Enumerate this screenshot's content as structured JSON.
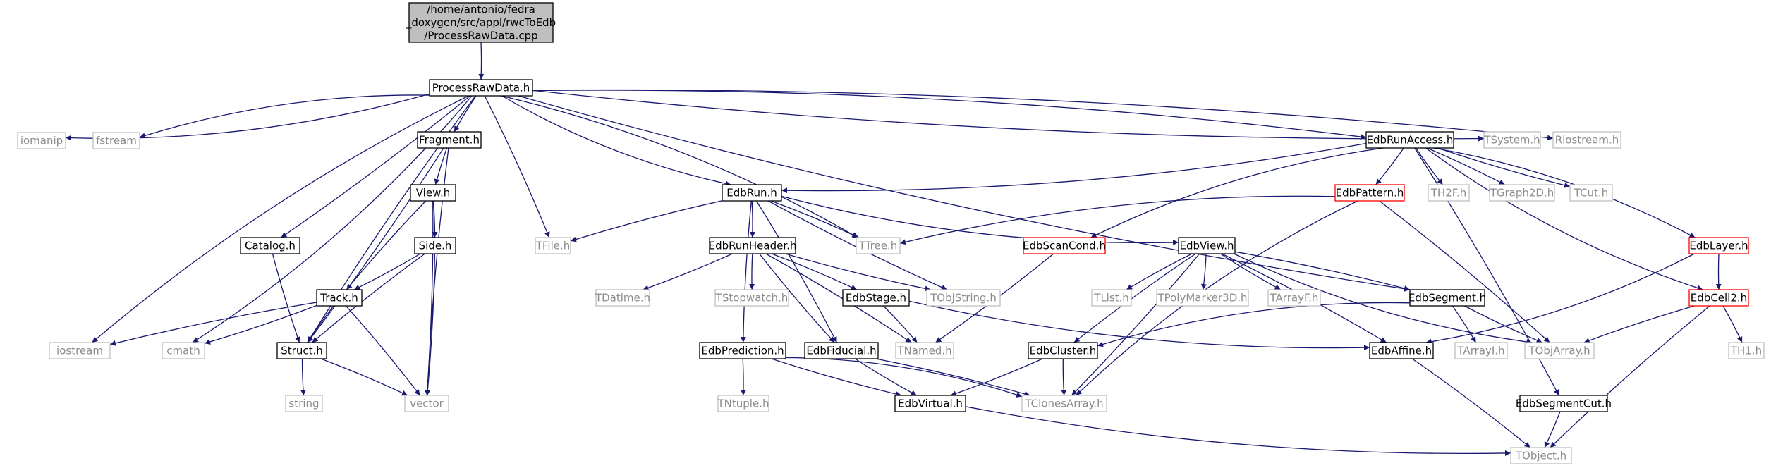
{
  "colors": {
    "edge": "#191970",
    "border_normal": "#000000",
    "border_missing": "#bfbfbf",
    "border_linked": "#ff0000",
    "text_normal": "#000000",
    "text_missing": "#8c8c8c",
    "root_fill": "#bfbfbf"
  },
  "nodes": [
    {
      "id": "root",
      "lines": [
        "/home/antonio/fedra",
        "_doxygen/src/appl/rwcToEdb",
        "/ProcessRawData.cpp"
      ],
      "kind": "root"
    },
    {
      "id": "processrawdata",
      "label": "ProcessRawData.h",
      "kind": "normal"
    },
    {
      "id": "iomanip",
      "label": "iomanip",
      "kind": "missing"
    },
    {
      "id": "fstream",
      "label": "fstream",
      "kind": "missing"
    },
    {
      "id": "fragment",
      "label": "Fragment.h",
      "kind": "normal"
    },
    {
      "id": "view",
      "label": "View.h",
      "kind": "normal"
    },
    {
      "id": "catalog",
      "label": "Catalog.h",
      "kind": "normal"
    },
    {
      "id": "side",
      "label": "Side.h",
      "kind": "normal"
    },
    {
      "id": "track",
      "label": "Track.h",
      "kind": "normal"
    },
    {
      "id": "iostream",
      "label": "iostream",
      "kind": "missing"
    },
    {
      "id": "cmath",
      "label": "cmath",
      "kind": "missing"
    },
    {
      "id": "struct",
      "label": "Struct.h",
      "kind": "normal"
    },
    {
      "id": "string",
      "label": "string",
      "kind": "missing"
    },
    {
      "id": "vector",
      "label": "vector",
      "kind": "missing"
    },
    {
      "id": "tfile",
      "label": "TFile.h",
      "kind": "missing"
    },
    {
      "id": "edbrun",
      "label": "EdbRun.h",
      "kind": "normal"
    },
    {
      "id": "edbrunheader",
      "label": "EdbRunHeader.h",
      "kind": "normal"
    },
    {
      "id": "tdatime",
      "label": "TDatime.h",
      "kind": "missing"
    },
    {
      "id": "tstopwatch",
      "label": "TStopwatch.h",
      "kind": "missing"
    },
    {
      "id": "edbstage",
      "label": "EdbStage.h",
      "kind": "normal"
    },
    {
      "id": "tobjstring",
      "label": "TObjString.h",
      "kind": "missing"
    },
    {
      "id": "ttree",
      "label": "TTree.h",
      "kind": "missing"
    },
    {
      "id": "tnamed",
      "label": "TNamed.h",
      "kind": "missing"
    },
    {
      "id": "edbprediction",
      "label": "EdbPrediction.h",
      "kind": "normal"
    },
    {
      "id": "edbfiducial",
      "label": "EdbFiducial.h",
      "kind": "normal"
    },
    {
      "id": "tntuple",
      "label": "TNtuple.h",
      "kind": "missing"
    },
    {
      "id": "edbvirtual",
      "label": "EdbVirtual.h",
      "kind": "normal"
    },
    {
      "id": "tclonesarray",
      "label": "TClonesArray.h",
      "kind": "missing"
    },
    {
      "id": "edbrunaccess",
      "label": "EdbRunAccess.h",
      "kind": "normal"
    },
    {
      "id": "tsystem",
      "label": "TSystem.h",
      "kind": "missing"
    },
    {
      "id": "riostream",
      "label": "Riostream.h",
      "kind": "missing"
    },
    {
      "id": "edbpattern",
      "label": "EdbPattern.h",
      "kind": "linked"
    },
    {
      "id": "th2f",
      "label": "TH2F.h",
      "kind": "missing"
    },
    {
      "id": "tgraph2d",
      "label": "TGraph2D.h",
      "kind": "missing"
    },
    {
      "id": "tcut",
      "label": "TCut.h",
      "kind": "missing"
    },
    {
      "id": "edbscancond",
      "label": "EdbScanCond.h",
      "kind": "linked"
    },
    {
      "id": "edbview",
      "label": "EdbView.h",
      "kind": "normal"
    },
    {
      "id": "tlist",
      "label": "TList.h",
      "kind": "missing"
    },
    {
      "id": "tpolymarker3d",
      "label": "TPolyMarker3D.h",
      "kind": "missing"
    },
    {
      "id": "tarrayf",
      "label": "TArrayF.h",
      "kind": "missing"
    },
    {
      "id": "edbsegment",
      "label": "EdbSegment.h",
      "kind": "normal"
    },
    {
      "id": "edbcluster",
      "label": "EdbCluster.h",
      "kind": "normal"
    },
    {
      "id": "edbaffine",
      "label": "EdbAffine.h",
      "kind": "normal"
    },
    {
      "id": "tarrayi",
      "label": "TArrayI.h",
      "kind": "missing"
    },
    {
      "id": "tobjarray",
      "label": "TObjArray.h",
      "kind": "missing"
    },
    {
      "id": "edblayer",
      "label": "EdbLayer.h",
      "kind": "linked"
    },
    {
      "id": "edbcell2",
      "label": "EdbCell2.h",
      "kind": "linked"
    },
    {
      "id": "th1",
      "label": "TH1.h",
      "kind": "missing"
    },
    {
      "id": "edbsegmentcut",
      "label": "EdbSegmentCut.h",
      "kind": "normal"
    },
    {
      "id": "tobject",
      "label": "TObject.h",
      "kind": "missing"
    }
  ],
  "edges": [
    [
      "root",
      "processrawdata"
    ],
    [
      "processrawdata",
      "iostream"
    ],
    [
      "processrawdata",
      "iomanip"
    ],
    [
      "processrawdata",
      "fstream"
    ],
    [
      "processrawdata",
      "cmath"
    ],
    [
      "processrawdata",
      "struct"
    ],
    [
      "processrawdata",
      "catalog"
    ],
    [
      "processrawdata",
      "fragment"
    ],
    [
      "processrawdata",
      "tfile"
    ],
    [
      "processrawdata",
      "edbrun"
    ],
    [
      "processrawdata",
      "ttree"
    ],
    [
      "processrawdata",
      "edbsegment"
    ],
    [
      "processrawdata",
      "edbrunaccess"
    ],
    [
      "processrawdata",
      "tsystem"
    ],
    [
      "processrawdata",
      "riostream"
    ],
    [
      "fragment",
      "view"
    ],
    [
      "fragment",
      "struct"
    ],
    [
      "fragment",
      "vector"
    ],
    [
      "view",
      "side"
    ],
    [
      "view",
      "track"
    ],
    [
      "view",
      "vector"
    ],
    [
      "catalog",
      "struct"
    ],
    [
      "side",
      "track"
    ],
    [
      "side",
      "struct"
    ],
    [
      "side",
      "vector"
    ],
    [
      "track",
      "iostream"
    ],
    [
      "track",
      "cmath"
    ],
    [
      "track",
      "struct"
    ],
    [
      "track",
      "vector"
    ],
    [
      "struct",
      "string"
    ],
    [
      "struct",
      "vector"
    ],
    [
      "edbrun",
      "tfile"
    ],
    [
      "edbrun",
      "ttree"
    ],
    [
      "edbrun",
      "tobjstring"
    ],
    [
      "edbrun",
      "edbrunheader"
    ],
    [
      "edbrun",
      "edbprediction"
    ],
    [
      "edbrun",
      "edbfiducial"
    ],
    [
      "edbrun",
      "edbview"
    ],
    [
      "edbrunheader",
      "tdatime"
    ],
    [
      "edbrunheader",
      "tstopwatch"
    ],
    [
      "edbrunheader",
      "edbstage"
    ],
    [
      "edbrunheader",
      "tobjstring"
    ],
    [
      "edbrunheader",
      "tnamed"
    ],
    [
      "edbrunheader",
      "edbfiducial"
    ],
    [
      "edbstage",
      "tnamed"
    ],
    [
      "edbstage",
      "edbaffine"
    ],
    [
      "edbprediction",
      "tntuple"
    ],
    [
      "edbprediction",
      "edbvirtual"
    ],
    [
      "edbprediction",
      "tclonesarray"
    ],
    [
      "edbfiducial",
      "edbvirtual"
    ],
    [
      "edbfiducial",
      "tclonesarray"
    ],
    [
      "edbvirtual",
      "tobject"
    ],
    [
      "edbrunaccess",
      "edbrun"
    ],
    [
      "edbrunaccess",
      "edbscancond"
    ],
    [
      "edbrunaccess",
      "edbpattern"
    ],
    [
      "edbrunaccess",
      "th2f"
    ],
    [
      "edbrunaccess",
      "tgraph2d"
    ],
    [
      "edbrunaccess",
      "tcut"
    ],
    [
      "edbrunaccess",
      "edblayer"
    ],
    [
      "edbrunaccess",
      "edbcell2"
    ],
    [
      "edbrunaccess",
      "edbsegmentcut"
    ],
    [
      "edbpattern",
      "ttree"
    ],
    [
      "edbpattern",
      "tobjarray"
    ],
    [
      "edbpattern",
      "tclonesarray"
    ],
    [
      "edbscancond",
      "tnamed"
    ],
    [
      "edbview",
      "tlist"
    ],
    [
      "edbview",
      "tpolymarker3d"
    ],
    [
      "edbview",
      "tarrayf"
    ],
    [
      "edbview",
      "edbsegment"
    ],
    [
      "edbview",
      "edbcluster"
    ],
    [
      "edbview",
      "edbaffine"
    ],
    [
      "edbview",
      "tobjarray"
    ],
    [
      "edbview",
      "tclonesarray"
    ],
    [
      "edbsegment",
      "edbcluster"
    ],
    [
      "edbsegment",
      "tarrayi"
    ],
    [
      "edbsegment",
      "tobjarray"
    ],
    [
      "edbcluster",
      "edbvirtual"
    ],
    [
      "edbcluster",
      "tclonesarray"
    ],
    [
      "edbaffine",
      "tobject"
    ],
    [
      "edblayer",
      "edbcell2"
    ],
    [
      "edblayer",
      "edbaffine"
    ],
    [
      "edbcell2",
      "tobjarray"
    ],
    [
      "edbcell2",
      "th1"
    ],
    [
      "edbcell2",
      "tobject"
    ],
    [
      "edbsegmentcut",
      "tobject"
    ]
  ]
}
